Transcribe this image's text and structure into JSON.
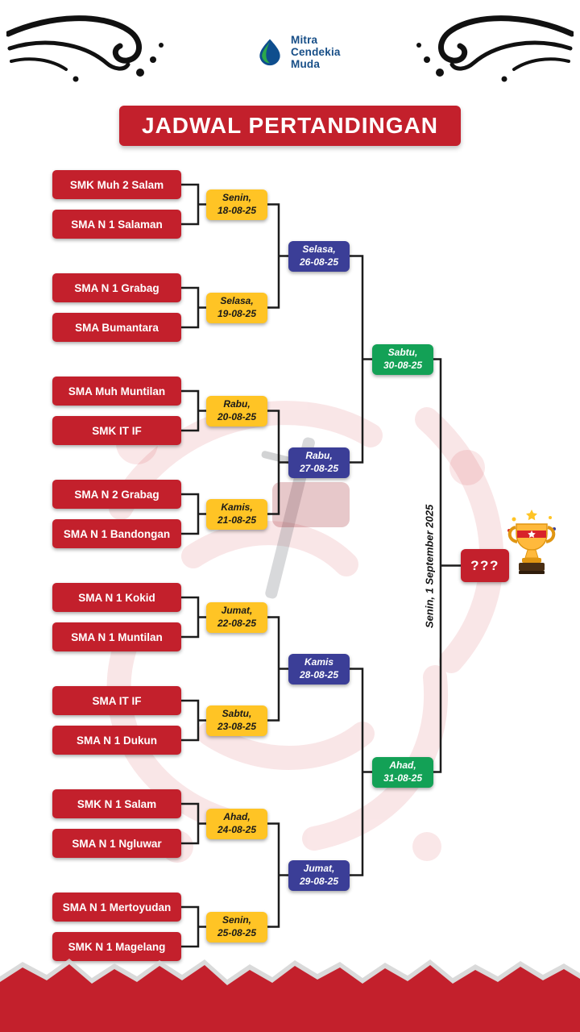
{
  "logo": {
    "name_lines": [
      "Mitra",
      "Cendekia",
      "Muda"
    ]
  },
  "title": "JADWAL PERTANDINGAN",
  "colors": {
    "red": "#C3202C",
    "yellow": "#FFC425",
    "blue": "#3B3E97",
    "green": "#13A156"
  },
  "round1": [
    {
      "team1": "SMK Muh 2 Salam",
      "team2": "SMA N 1 Salaman",
      "day": "Senin,",
      "date": "18-08-25"
    },
    {
      "team1": "SMA N 1 Grabag",
      "team2": "SMA Bumantara",
      "day": "Selasa,",
      "date": "19-08-25"
    },
    {
      "team1": "SMA Muh Muntilan",
      "team2": "SMK IT IF",
      "day": "Rabu,",
      "date": "20-08-25"
    },
    {
      "team1": "SMA N 2 Grabag",
      "team2": "SMA N 1 Bandongan",
      "day": "Kamis,",
      "date": "21-08-25"
    },
    {
      "team1": "SMA N 1 Kokid",
      "team2": "SMA N 1 Muntilan",
      "day": "Jumat,",
      "date": "22-08-25"
    },
    {
      "team1": "SMA IT IF",
      "team2": "SMA N 1 Dukun",
      "day": "Sabtu,",
      "date": "23-08-25"
    },
    {
      "team1": "SMK N 1 Salam",
      "team2": "SMA N 1 Ngluwar",
      "day": "Ahad,",
      "date": "24-08-25"
    },
    {
      "team1": "SMA N 1 Mertoyudan",
      "team2": "SMK N 1 Magelang",
      "day": "Senin,",
      "date": "25-08-25"
    }
  ],
  "round2": [
    {
      "day": "Selasa,",
      "date": "26-08-25"
    },
    {
      "day": "Rabu,",
      "date": "27-08-25"
    },
    {
      "day": "Kamis",
      "date": "28-08-25"
    },
    {
      "day": "Jumat,",
      "date": "29-08-25"
    }
  ],
  "semifinals": [
    {
      "day": "Sabtu,",
      "date": "30-08-25"
    },
    {
      "day": "Ahad,",
      "date": "31-08-25"
    }
  ],
  "final": {
    "placeholder": "???",
    "date_text": "Senin, 1 September 2025"
  }
}
